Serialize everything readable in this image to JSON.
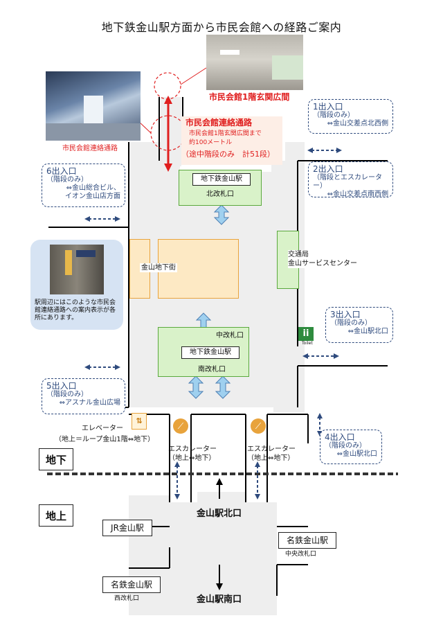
{
  "title": "地下鉄金山駅方面から市民会館への経路ご案内",
  "photos": {
    "corridor_caption": "市民会館連絡通路",
    "hall_caption": "市民会館1階玄関広間",
    "sign_caption": "駅周辺にはこのような市民会館連絡通路への案内表示が各所にあります。"
  },
  "route": {
    "title": "市民会館連絡通路",
    "line1": "市民会館1階玄関広間まで",
    "line2": "約100メートル",
    "line3": "（途中階段のみ　計51段）"
  },
  "exits": [
    {
      "name": "1出入口",
      "line1": "（階段のみ）",
      "line2": "⇔金山交差点北西側"
    },
    {
      "name": "2出入口",
      "line1": "（階段とエスカレーター）",
      "line2": "⇔金山交差点南西側"
    },
    {
      "name": "3出入口",
      "line1": "（階段のみ）",
      "line2": "⇔金山駅北口"
    },
    {
      "name": "4出入口",
      "line1": "（階段のみ）",
      "line2": "⇔金山駅北口"
    },
    {
      "name": "5出入口",
      "line1": "（階段のみ）",
      "line2": "⇔アスナル金山広場"
    },
    {
      "name": "6出入口",
      "line1": "（階段のみ）",
      "line2": "⇔金山総合ビル、",
      "line3": "イオン金山店方面"
    }
  ],
  "areas": {
    "north_gate_station": "地下鉄金山駅",
    "north_gate": "北改札口",
    "underground_mall": "金山地下街",
    "transport_bureau": "交通局",
    "service_center": "金山サービスセンター",
    "middle_gate": "中改札口",
    "south_station": "地下鉄金山駅",
    "south_gate": "南改札口",
    "toilet": "Toilet"
  },
  "elevator": {
    "label": "エレベーター",
    "detail": "（地上＝ループ金山1階⇔地下）"
  },
  "escalators": [
    {
      "label": "エスカレーター",
      "detail": "（地上⇔地下）"
    },
    {
      "label": "エスカレーター",
      "detail": "（地上⇔地下）"
    }
  ],
  "levels": {
    "underground": "地下",
    "ground": "地上"
  },
  "ground": {
    "kanayama_north": "金山駅北口",
    "kanayama_south": "金山駅南口",
    "jr": "JR金山駅",
    "meitetsu_right": "名鉄金山駅",
    "central_gate": "中央改札口",
    "meitetsu_left": "名鉄金山駅",
    "west_gate": "西改札口"
  },
  "colors": {
    "red": "#e01e1e",
    "green_fill": "#d9f2c9",
    "green_stroke": "#5aa83c",
    "orange_fill": "#fde9c4",
    "orange_stroke": "#e8a33c",
    "exit_blue": "#2e4a7d",
    "arrow_blue": "#9fd0ef",
    "floor_gray": "#eeeeee"
  }
}
